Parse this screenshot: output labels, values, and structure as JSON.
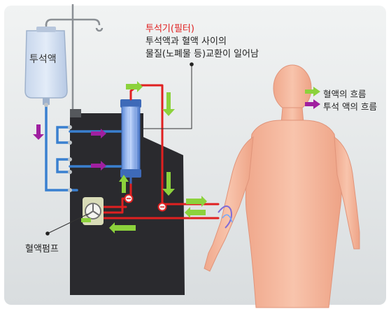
{
  "labels": {
    "dialysate_bag": "투석액",
    "filter_title": "투석기(필터)",
    "filter_desc_line1": "투석액과 혈액 사이의",
    "filter_desc_line2": "물질(노폐물 등)교환이 일어남",
    "legend_blood_flow": "혈액의 흐름",
    "legend_dialysate_flow": "투석 액의 흐름",
    "blood_pump": "혈액펌프"
  },
  "colors": {
    "blood_flow_arrow": "#8cd23c",
    "dialysate_flow_arrow": "#a020a0",
    "blood_line": "#e02020",
    "dialysate_line": "#3a80d0",
    "machine_body": "#2a2a2e",
    "background_panel": "#dfe3e4",
    "skin": "#f5b49a",
    "filter_title": "#e02020"
  },
  "icons": {
    "blood_flow": "green-arrow-icon",
    "dialysate_flow": "purple-arrow-icon",
    "pump": "pump-icon"
  }
}
